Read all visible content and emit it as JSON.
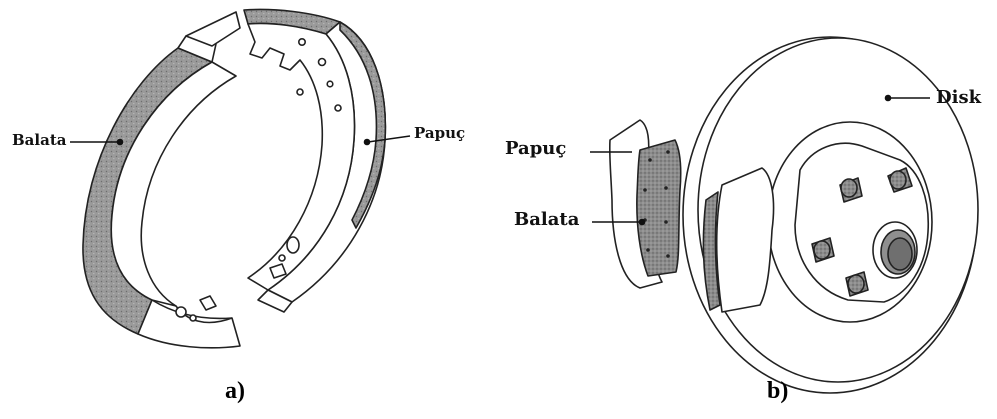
{
  "panel_a": {
    "caption": "a)",
    "label_lining": "Balata",
    "label_shoe": "Papuç"
  },
  "panel_b": {
    "caption": "b)",
    "label_disk": "Disk",
    "label_shoe": "Papuç",
    "label_lining": "Balata"
  },
  "colors": {
    "lining_fill": "#a8a8a8",
    "outline": "#222222",
    "background": "#ffffff"
  }
}
